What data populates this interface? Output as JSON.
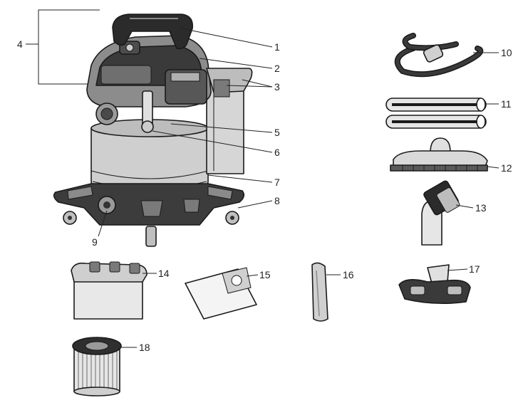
{
  "callouts": [
    {
      "id": "c1",
      "label": "1"
    },
    {
      "id": "c2",
      "label": "2"
    },
    {
      "id": "c3",
      "label": "3"
    },
    {
      "id": "c4",
      "label": "4"
    },
    {
      "id": "c5",
      "label": "5"
    },
    {
      "id": "c6",
      "label": "6"
    },
    {
      "id": "c7",
      "label": "7"
    },
    {
      "id": "c8",
      "label": "8"
    },
    {
      "id": "c9",
      "label": "9"
    },
    {
      "id": "c10",
      "label": "10"
    },
    {
      "id": "c11",
      "label": "11"
    },
    {
      "id": "c12",
      "label": "12"
    },
    {
      "id": "c13",
      "label": "13"
    },
    {
      "id": "c14",
      "label": "14"
    },
    {
      "id": "c15",
      "label": "15"
    },
    {
      "id": "c16",
      "label": "16"
    },
    {
      "id": "c17",
      "label": "17"
    },
    {
      "id": "c18",
      "label": "18"
    }
  ],
  "colors": {
    "outline": "#1a1a1a",
    "light_gray": "#d9d9d9",
    "mid_gray": "#a6a6a6",
    "dark_gray": "#595959",
    "black_part": "#2b2b2b"
  }
}
